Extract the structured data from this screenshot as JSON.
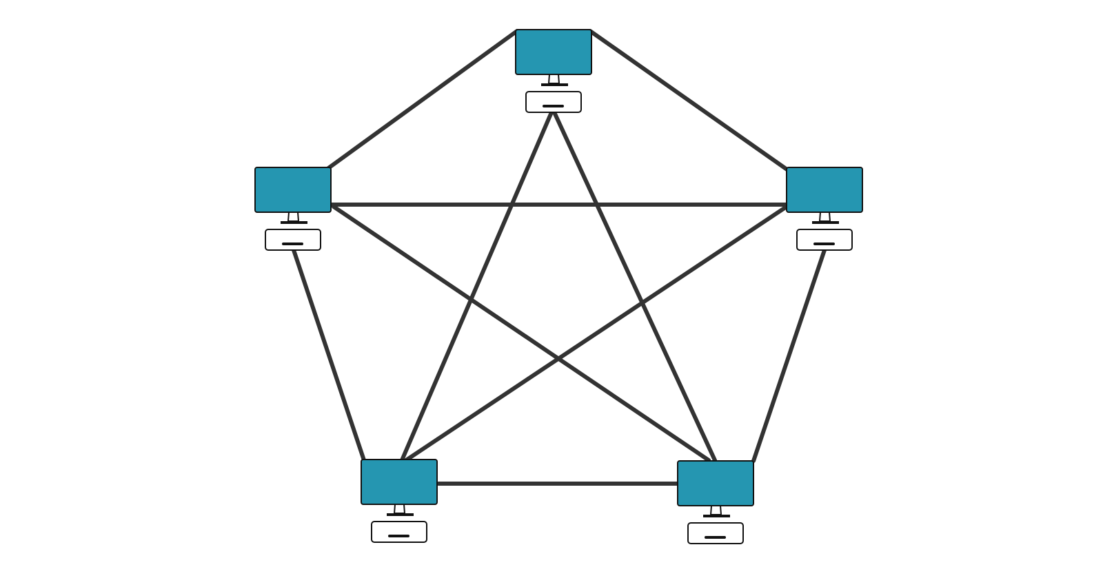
{
  "diagram": {
    "topology": "full-mesh",
    "colors": {
      "background": "#ffffff",
      "link": "#333333",
      "monitor_fill": "#2596b1",
      "outline": "#111111",
      "base_fill": "#ffffff"
    },
    "icon": "desktop-computer-icon",
    "nodes": [
      {
        "id": "top"
      },
      {
        "id": "left"
      },
      {
        "id": "right"
      },
      {
        "id": "bottom-left"
      },
      {
        "id": "bottom-right"
      }
    ],
    "links": [
      [
        "top",
        "left"
      ],
      [
        "top",
        "right"
      ],
      [
        "top",
        "bottom-left"
      ],
      [
        "top",
        "bottom-right"
      ],
      [
        "left",
        "right"
      ],
      [
        "left",
        "bottom-left"
      ],
      [
        "left",
        "bottom-right"
      ],
      [
        "right",
        "bottom-left"
      ],
      [
        "right",
        "bottom-right"
      ],
      [
        "bottom-left",
        "bottom-right"
      ]
    ]
  }
}
